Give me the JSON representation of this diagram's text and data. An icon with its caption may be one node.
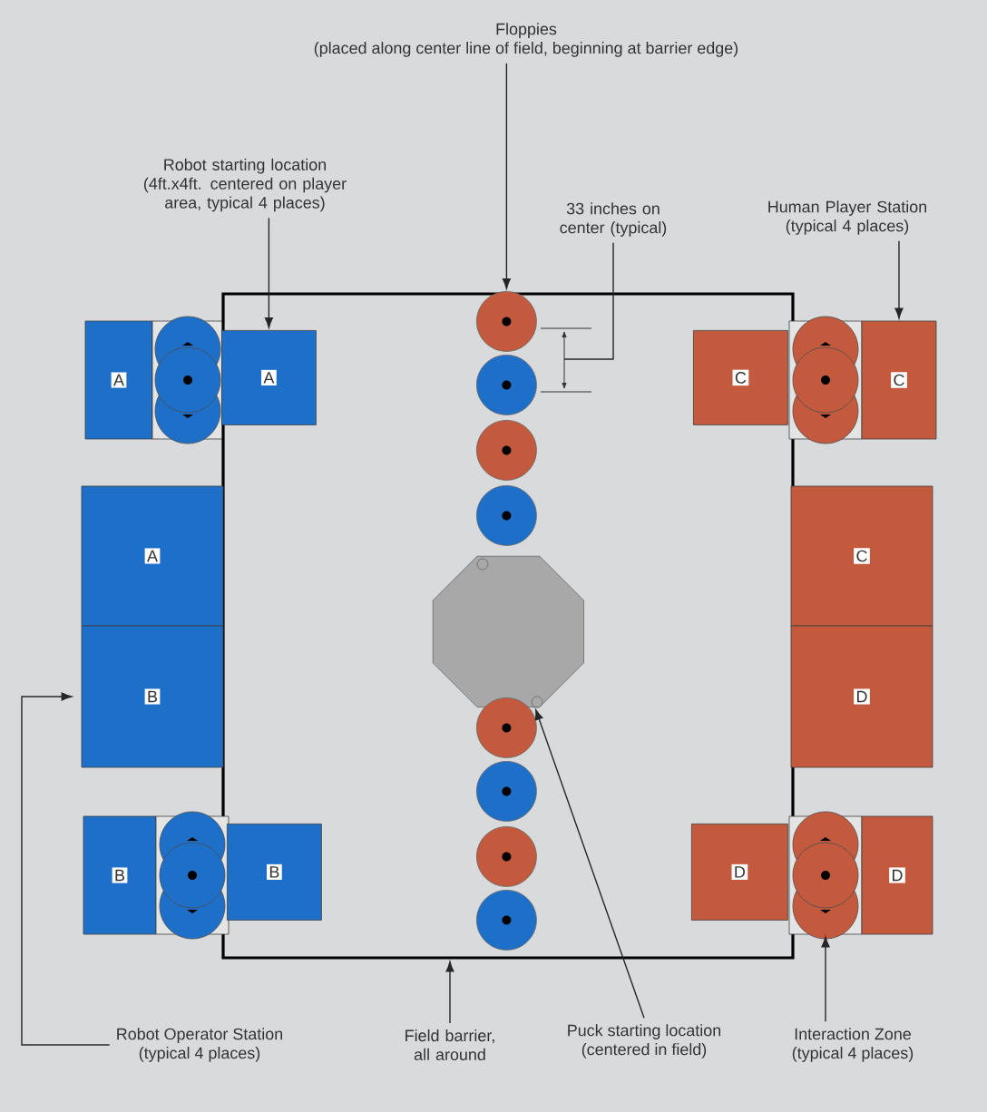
{
  "diagram": {
    "nodes": [
      {
        "text": [
          "Floppies",
          "(placed along center line of field, beginning at barrier edge)"
        ]
      },
      {
        "text": [
          "Robot starting location",
          "(4ft.x4ft. centered on player area, typical 4 places)"
        ]
      },
      {
        "text": [
          "Human Player Station",
          "(typical 4 places)"
        ]
      },
      {
        "text": [
          "A"
        ]
      },
      {
        "text": [],
        "shape": "box"
      },
      {
        "text": [],
        "shape": "box"
      },
      {
        "text": [
          "A"
        ],
        "in": 5
      },
      {
        "text": [],
        "shape": "circle",
        "in": 5
      },
      {
        "text": [
          "C"
        ],
        "in": 5
      },
      {
        "text": [],
        "shape": "box"
      },
      {
        "text": [
          "C"
        ]
      },
      {
        "text": [],
        "shape": "circle",
        "in": 5
      },
      {
        "text": [],
        "shape": "circle",
        "in": 5
      },
      {
        "text": [],
        "shape": "circle",
        "in": 5
      },
      {
        "text": [
          "A"
        ]
      },
      {
        "text": [
          "C"
        ]
      },
      {
        "text": [],
        "shape": "octagon",
        "in": 5
      },
      {
        "text": [
          "B"
        ]
      },
      {
        "text": [
          "D"
        ]
      },
      {
        "text": [],
        "shape": "circle",
        "in": 5
      },
      {
        "text": [],
        "shape": "circle",
        "in": 5
      },
      {
        "text": [],
        "shape": "circle",
        "in": 5
      },
      {
        "text": [],
        "shape": "circle",
        "in": 5
      },
      {
        "text": [
          "B"
        ]
      },
      {
        "text": [],
        "shape": "box"
      },
      {
        "text": [
          "B"
        ],
        "in": 5
      },
      {
        "text": [
          "D"
        ],
        "in": 5
      },
      {
        "text": [],
        "shape": "box"
      },
      {
        "text": [
          "D"
        ]
      },
      {
        "text": [
          "Robot Operator Station",
          "(typical 4 places)"
        ]
      },
      {
        "text": [
          "Field barrier, all around"
        ]
      },
      {
        "text": [
          "Puck starting location",
          "(centered in field)"
        ]
      },
      {
        "text": [
          "Interaction Zone",
          "(typical 4 places)"
        ]
      },
      {
        "text": [
          "33 inches on center (typical)"
        ]
      }
    ],
    "edges": [
      {
        "from": 0,
        "to": 7,
        "arrow": "to"
      },
      {
        "from": 1,
        "to": 6,
        "arrow": "to"
      },
      {
        "from": 2,
        "to": 10,
        "arrow": "to"
      },
      {
        "from": 29,
        "to": 17,
        "arrow": "to"
      },
      {
        "from": 30,
        "to": 5,
        "arrow": "to"
      },
      {
        "from": 31,
        "to": 16,
        "arrow": "to"
      },
      {
        "from": 32,
        "to": 27,
        "arrow": "to"
      },
      {
        "from": 33,
        "to": null,
        "arrow": "none"
      }
    ]
  }
}
